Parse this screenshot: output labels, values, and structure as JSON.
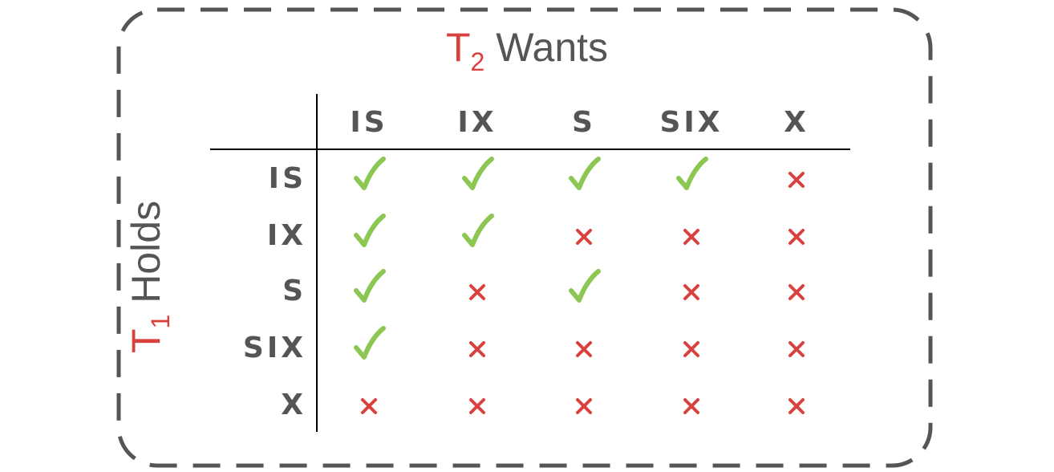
{
  "title": {
    "t": "T",
    "sub": "2",
    "rest": " Wants"
  },
  "side_label": {
    "t": "T",
    "sub": "1",
    "rest": " Holds"
  },
  "columns": [
    "IS",
    "IX",
    "S",
    "SIX",
    "X"
  ],
  "rows": [
    "IS",
    "IX",
    "S",
    "SIX",
    "X"
  ],
  "matrix": [
    [
      true,
      true,
      true,
      true,
      false
    ],
    [
      true,
      true,
      false,
      false,
      false
    ],
    [
      true,
      false,
      true,
      false,
      false
    ],
    [
      true,
      false,
      false,
      false,
      false
    ],
    [
      false,
      false,
      false,
      false,
      false
    ]
  ],
  "colors": {
    "check": "#8cc653",
    "cross": "#d9413f",
    "text": "#555555",
    "frame": "#555555"
  }
}
